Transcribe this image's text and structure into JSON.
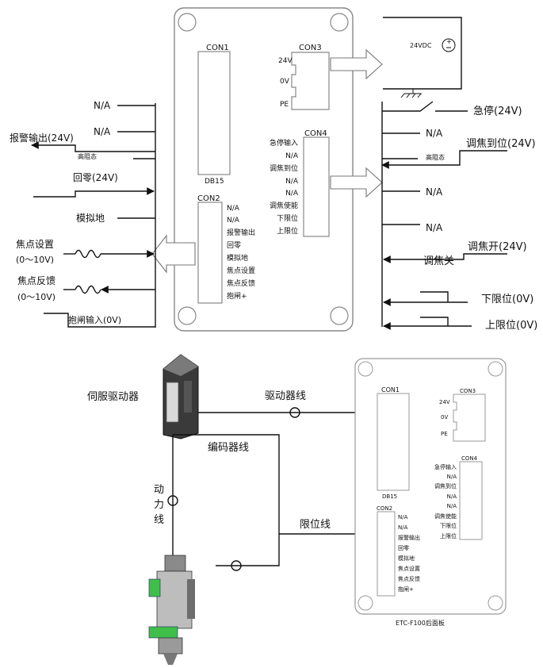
{
  "top_panel": {
    "con1_label": "CON1",
    "db15_label": "DB15",
    "con2_label": "CON2",
    "con2_pins": [
      "N/A",
      "N/A",
      "报警输出",
      "回零",
      "模拟地",
      "焦点设置",
      "焦点反馈",
      "抱闸+"
    ],
    "con3_label": "CON3",
    "con3_pins": [
      "24V",
      "0V",
      "PE"
    ],
    "con4_label": "CON4",
    "con4_pins": [
      "急停输入",
      "N/A",
      "调焦到位",
      "N/A",
      "N/A",
      "调焦使能",
      "下限位",
      "上限位"
    ]
  },
  "power": {
    "label": "24VDC"
  },
  "left_signals": {
    "na1": "N/A",
    "na2": "N/A",
    "alarm_out": "报警输出(24V)",
    "high_z": "高阻态",
    "homing": "回零(24V)",
    "analog_gnd": "模拟地",
    "focus_set": "焦点设置",
    "focus_set_range": "(0～10V)",
    "focus_fb": "焦点反馈",
    "focus_fb_range": "(0～10V)",
    "brake_in": "抱闸输入(0V)"
  },
  "right_signals": {
    "estop": "急停(24V)",
    "na1": "N/A",
    "high_z": "高阻态",
    "focus_done": "调焦到位(24V)",
    "na2": "N/A",
    "na3": "N/A",
    "focus_on": "调焦开(24V)",
    "focus_off": "调焦关",
    "lower_limit": "下限位(0V)",
    "upper_limit": "上限位(0V)"
  },
  "bottom": {
    "servo_drive": "伺服驱动器",
    "drive_cable": "驱动器线",
    "encoder_cable": "编码器线",
    "power_cable": "动力线",
    "limit_cable": "限位线",
    "panel_caption": "ETC-F100后面板",
    "con1_label": "CON1",
    "db15_label": "DB15",
    "con2_label": "CON2",
    "con2_pins": [
      "N/A",
      "N/A",
      "报警输出",
      "回零",
      "模拟地",
      "焦点设置",
      "焦点反馈",
      "抱闸+"
    ],
    "con3_label": "CON3",
    "con3_pins": [
      "24V",
      "0V",
      "PE"
    ],
    "con4_label": "CON4",
    "con4_pins": [
      "急停输入",
      "N/A",
      "调焦到位",
      "N/A",
      "N/A",
      "调焦使能",
      "下限位",
      "上限位"
    ]
  }
}
